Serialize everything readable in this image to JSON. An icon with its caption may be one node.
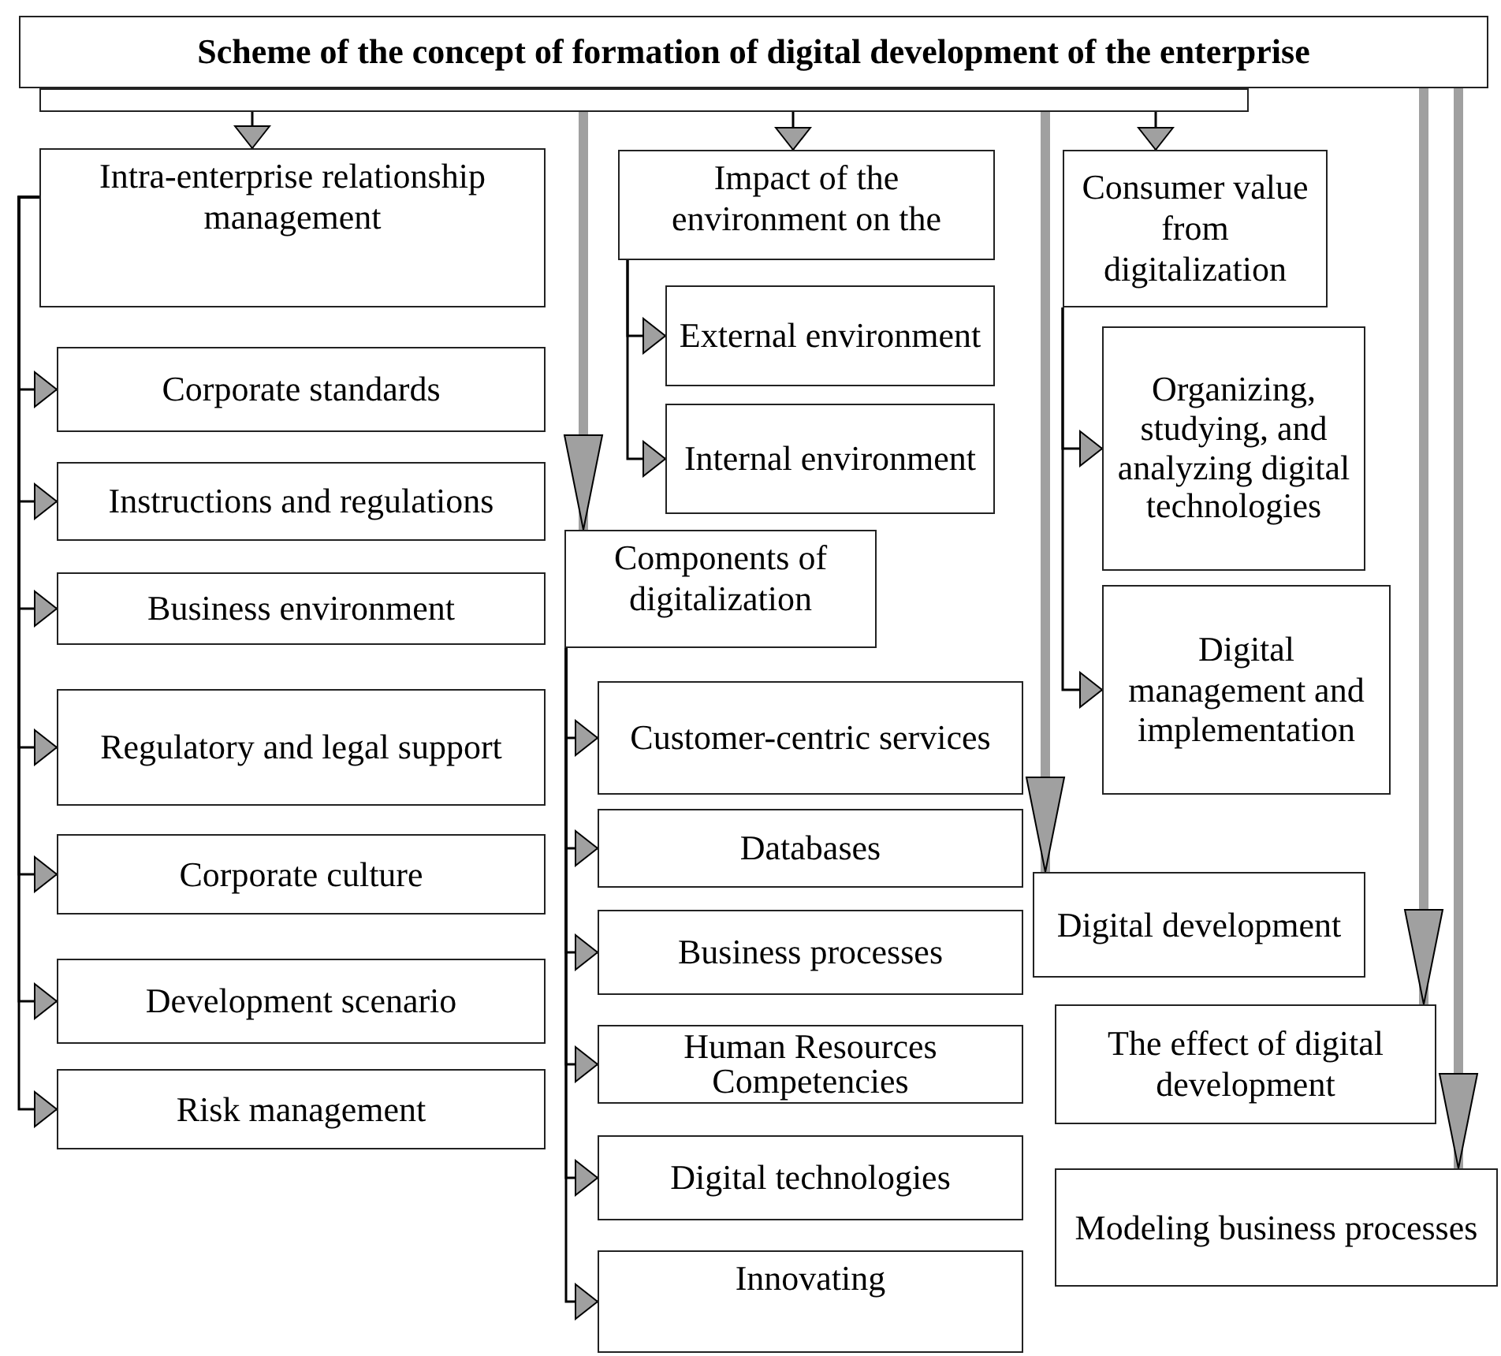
{
  "diagram": {
    "nodes": [
      {
        "text": [
          "Scheme of the concept of formation of digital development of the enterprise"
        ]
      },
      {
        "text": [],
        "shape": "bar"
      },
      {
        "text": [
          "Intra-enterprise relationship management"
        ]
      },
      {
        "text": [
          "Corporate standards"
        ]
      },
      {
        "text": [
          "Instructions and regulations"
        ]
      },
      {
        "text": [
          "Business environment"
        ]
      },
      {
        "text": [
          "Regulatory and legal support"
        ]
      },
      {
        "text": [
          "Corporate culture"
        ]
      },
      {
        "text": [
          "Development scenario"
        ]
      },
      {
        "text": [
          "Risk management"
        ]
      },
      {
        "text": [
          "Impact of the environment on the"
        ]
      },
      {
        "text": [
          "External environment"
        ]
      },
      {
        "text": [
          "Internal environment"
        ]
      },
      {
        "text": [
          "Components of digitalization"
        ]
      },
      {
        "text": [
          "Customer-centric services"
        ]
      },
      {
        "text": [
          "Databases"
        ]
      },
      {
        "text": [
          "Business processes"
        ]
      },
      {
        "text": [
          "Human Resources Competencies"
        ]
      },
      {
        "text": [
          "Digital technologies"
        ]
      },
      {
        "text": [
          "Innovating"
        ]
      },
      {
        "text": [
          "Consumer value from digitalization"
        ]
      },
      {
        "text": [
          "Organizing, studying, and analyzing digital technologies"
        ]
      },
      {
        "text": [
          "Digital management and implementation"
        ]
      },
      {
        "text": [
          "Digital development"
        ]
      },
      {
        "text": [
          "The effect of digital development"
        ]
      },
      {
        "text": [
          "Modeling business processes"
        ]
      }
    ],
    "edges": [
      {
        "from": 1,
        "to": 2,
        "arrow": "to"
      },
      {
        "from": 2,
        "to": 3,
        "arrow": "to"
      },
      {
        "from": 2,
        "to": 4,
        "arrow": "to"
      },
      {
        "from": 2,
        "to": 5,
        "arrow": "to"
      },
      {
        "from": 2,
        "to": 6,
        "arrow": "to"
      },
      {
        "from": 2,
        "to": 7,
        "arrow": "to"
      },
      {
        "from": 2,
        "to": 8,
        "arrow": "to"
      },
      {
        "from": 2,
        "to": 9,
        "arrow": "to"
      },
      {
        "from": 1,
        "to": 10,
        "arrow": "to"
      },
      {
        "from": 10,
        "to": 11,
        "arrow": "to"
      },
      {
        "from": 10,
        "to": 12,
        "arrow": "to"
      },
      {
        "from": 1,
        "to": 13,
        "arrow": "to",
        "style": "thick",
        "color": "#a0a0a0"
      },
      {
        "from": 13,
        "to": 14,
        "arrow": "to"
      },
      {
        "from": 13,
        "to": 15,
        "arrow": "to"
      },
      {
        "from": 13,
        "to": 16,
        "arrow": "to"
      },
      {
        "from": 13,
        "to": 17,
        "arrow": "to"
      },
      {
        "from": 13,
        "to": 18,
        "arrow": "to"
      },
      {
        "from": 13,
        "to": 19,
        "arrow": "to"
      },
      {
        "from": 1,
        "to": 20,
        "arrow": "to"
      },
      {
        "from": 20,
        "to": 21,
        "arrow": "to"
      },
      {
        "from": 20,
        "to": 22,
        "arrow": "to"
      },
      {
        "from": 1,
        "to": 23,
        "arrow": "to",
        "style": "thick",
        "color": "#a0a0a0"
      },
      {
        "from": 0,
        "to": 24,
        "arrow": "to",
        "style": "thick",
        "color": "#a0a0a0"
      },
      {
        "from": 0,
        "to": 25,
        "arrow": "to",
        "style": "thick",
        "color": "#a0a0a0"
      }
    ]
  }
}
